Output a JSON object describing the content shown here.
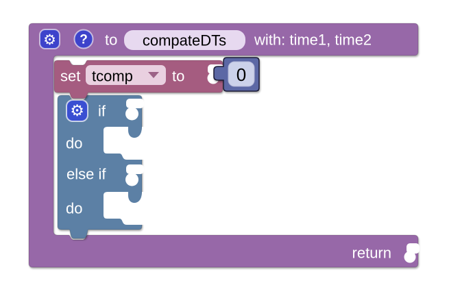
{
  "workspace": {
    "type": "blockly-editor",
    "background_color": "#ffffff"
  },
  "colors": {
    "procedure_block": "#9768a8",
    "variable_block": "#a55c80",
    "logic_block": "#5b80a5",
    "math_block": "#5b67a5",
    "mutator_icon": "#3d43cb",
    "if_mutator_icon": "#3a4fd2",
    "name_field_bg": "#e7d9f0",
    "variable_field_bg": "#e9d0e0",
    "number_field_bg": "#ccd2ea",
    "dropdown_arrow": "#9c6387"
  },
  "procedure_block": {
    "gear_icon": "⚙",
    "help_icon": "?",
    "to_label": "to",
    "name_value": "compateDTs",
    "params_label": "with: time1, time2",
    "return_label": "return"
  },
  "set_block": {
    "set_label": "set",
    "variable_value": "tcomp",
    "to_label": "to"
  },
  "number_block": {
    "value": "0"
  },
  "if_block": {
    "gear_icon": "⚙",
    "if_label": "if",
    "do_label_1": "do",
    "else_if_label": "else if",
    "do_label_2": "do"
  }
}
